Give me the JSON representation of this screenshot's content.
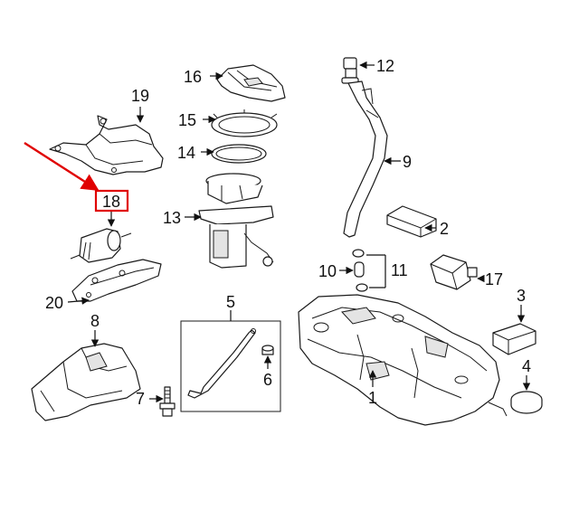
{
  "callouts": [
    {
      "id": "c1",
      "text": "1"
    },
    {
      "id": "c2",
      "text": "2"
    },
    {
      "id": "c3",
      "text": "3"
    },
    {
      "id": "c4",
      "text": "4"
    },
    {
      "id": "c5",
      "text": "5"
    },
    {
      "id": "c6",
      "text": "6"
    },
    {
      "id": "c7",
      "text": "7"
    },
    {
      "id": "c8",
      "text": "8"
    },
    {
      "id": "c9",
      "text": "9"
    },
    {
      "id": "c10",
      "text": "10"
    },
    {
      "id": "c11",
      "text": "11"
    },
    {
      "id": "c12",
      "text": "12"
    },
    {
      "id": "c13",
      "text": "13"
    },
    {
      "id": "c14",
      "text": "14"
    },
    {
      "id": "c15",
      "text": "15"
    },
    {
      "id": "c16",
      "text": "16"
    },
    {
      "id": "c17",
      "text": "17"
    },
    {
      "id": "c18",
      "text": "18"
    },
    {
      "id": "c19",
      "text": "19"
    },
    {
      "id": "c20",
      "text": "20"
    }
  ],
  "highlight": {
    "part": "18",
    "color": "#e00000"
  },
  "colors": {
    "line": "#1a1a1a",
    "background": "#ffffff",
    "highlight": "#e00000"
  }
}
